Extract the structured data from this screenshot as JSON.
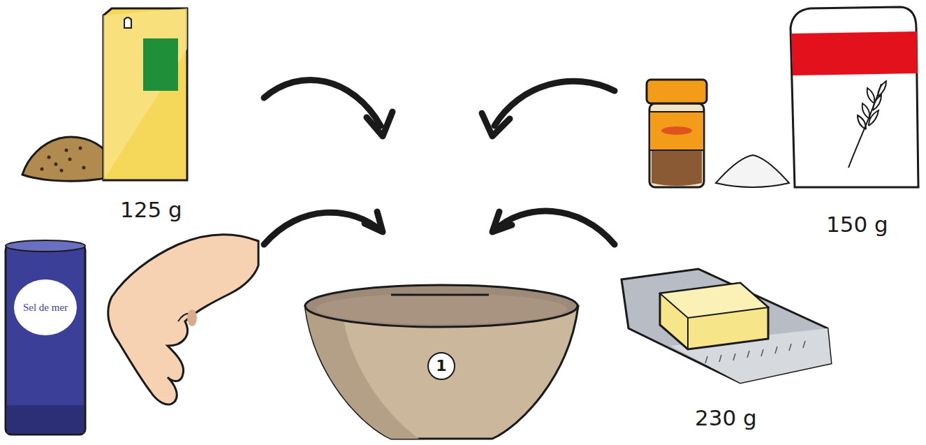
{
  "diagram": {
    "nodes": [
      {
        "text": [
          "Sel de mer"
        ]
      },
      {
        "text": [
          "1"
        ]
      }
    ],
    "labels": [
      "125 g",
      "150 g",
      "230 g"
    ]
  }
}
